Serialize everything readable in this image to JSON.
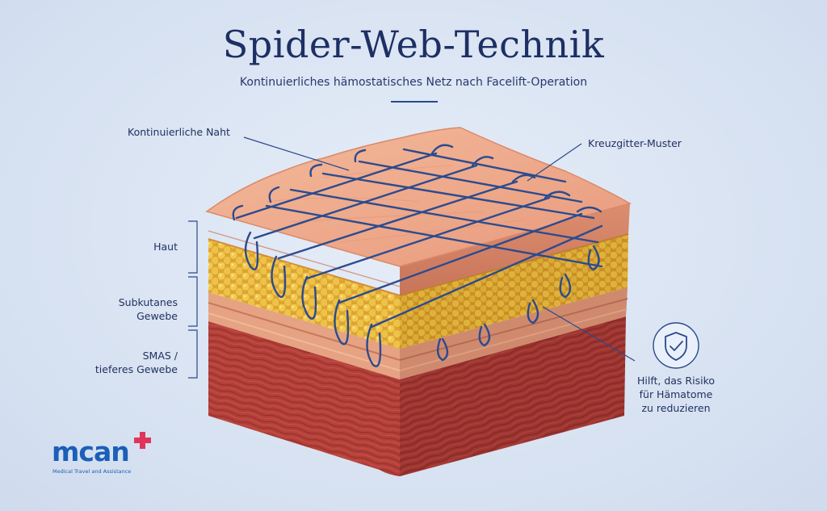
{
  "header": {
    "title": "Spider-Web-Technik",
    "subtitle": "Kontinuierliches hämostatisches Netz nach Facelift-Operation"
  },
  "labels": {
    "continuous_suture": "Kontinuierliche Naht",
    "cross_grid": "Kreuzgitter-Muster",
    "skin": "Haut",
    "subcutaneous_line1": "Subkutanes",
    "subcutaneous_line2": "Gewebe",
    "smas_line1": "SMAS /",
    "smas_line2": "tieferes Gewebe"
  },
  "benefit": {
    "icon": "shield-check-icon",
    "line1": "Hilft, das Risiko",
    "line2": "für Hämatome",
    "line3": "zu reduzieren"
  },
  "logo": {
    "name": "mcan",
    "tagline": "Medical Travel and Assistance",
    "icon": "medical-cross-icon"
  },
  "colors": {
    "title": "#1d2f63",
    "suture": "#2c4b8e",
    "skin": "#eaa387",
    "fat": "#e9bd45",
    "muscle": "#b8423a",
    "brand": "#1b5fb8",
    "brand_accent": "#e0355a"
  }
}
